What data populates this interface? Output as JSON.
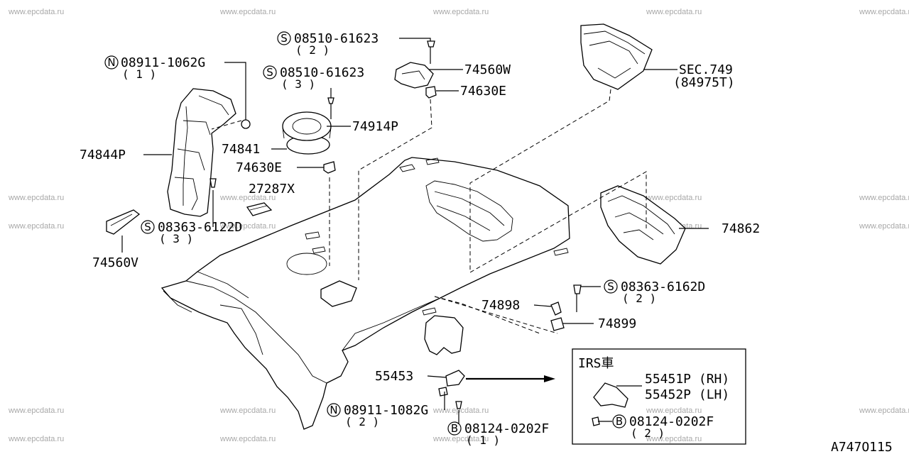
{
  "watermark": "www.epcdata.ru",
  "diagram_code": "A747O115",
  "inset": {
    "title": "IRS車"
  },
  "callouts": [
    {
      "id": "n-08911-1062g",
      "prefix": "N",
      "part": "08911-1062G",
      "qty": "( 1 )"
    },
    {
      "id": "s-08510-61623-a",
      "prefix": "S",
      "part": "08510-61623",
      "qty": "( 2 )"
    },
    {
      "id": "s-08510-61623-b",
      "prefix": "S",
      "part": "08510-61623",
      "qty": "( 3 )"
    },
    {
      "id": "p-74560w",
      "prefix": "",
      "part": "74560W",
      "qty": ""
    },
    {
      "id": "p-74630e-a",
      "prefix": "",
      "part": "74630E",
      "qty": ""
    },
    {
      "id": "sec-749",
      "prefix": "",
      "part": "SEC.749",
      "qty": "(84975T)"
    },
    {
      "id": "p-74914p",
      "prefix": "",
      "part": "74914P",
      "qty": ""
    },
    {
      "id": "p-74841",
      "prefix": "",
      "part": "74841",
      "qty": ""
    },
    {
      "id": "p-74844p",
      "prefix": "",
      "part": "74844P",
      "qty": ""
    },
    {
      "id": "p-74630e-b",
      "prefix": "",
      "part": "74630E",
      "qty": ""
    },
    {
      "id": "p-27287x",
      "prefix": "",
      "part": "27287X",
      "qty": ""
    },
    {
      "id": "s-08363-6122d",
      "prefix": "S",
      "part": "08363-6122D",
      "qty": "( 3 )"
    },
    {
      "id": "p-74560v",
      "prefix": "",
      "part": "74560V",
      "qty": ""
    },
    {
      "id": "p-74862",
      "prefix": "",
      "part": "74862",
      "qty": ""
    },
    {
      "id": "s-08363-6162d",
      "prefix": "S",
      "part": "08363-6162D",
      "qty": "( 2 )"
    },
    {
      "id": "p-74898",
      "prefix": "",
      "part": "74898",
      "qty": ""
    },
    {
      "id": "p-74899",
      "prefix": "",
      "part": "74899",
      "qty": ""
    },
    {
      "id": "p-55453",
      "prefix": "",
      "part": "55453",
      "qty": ""
    },
    {
      "id": "n-08911-1082g",
      "prefix": "N",
      "part": "08911-1082G",
      "qty": "( 2 )"
    },
    {
      "id": "b-08124-0202f-a",
      "prefix": "B",
      "part": "08124-0202F",
      "qty": "( 1 )"
    },
    {
      "id": "p-55451p",
      "prefix": "",
      "part": "55451P (RH)",
      "qty": ""
    },
    {
      "id": "p-55452p",
      "prefix": "",
      "part": "55452P (LH)",
      "qty": ""
    },
    {
      "id": "b-08124-0202f-b",
      "prefix": "B",
      "part": "08124-0202F",
      "qty": "( 2 )"
    }
  ]
}
